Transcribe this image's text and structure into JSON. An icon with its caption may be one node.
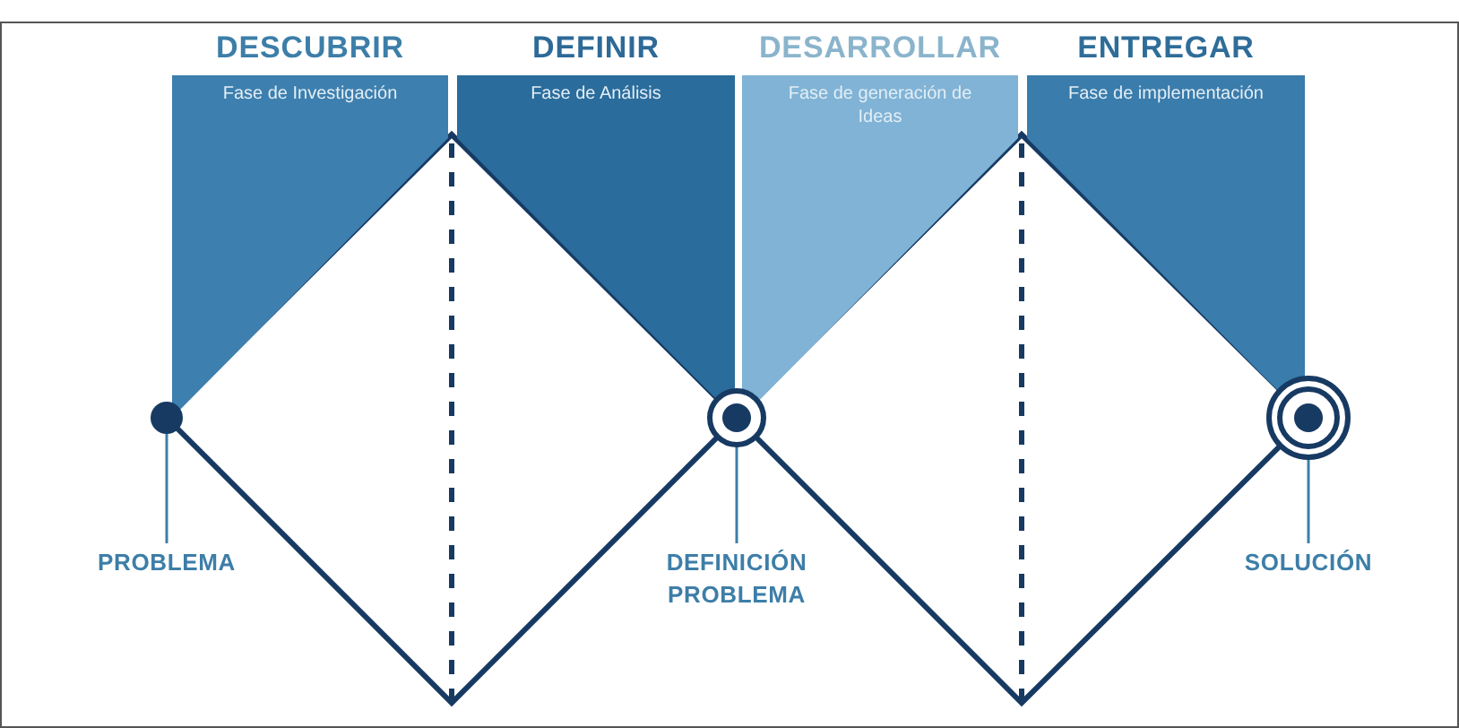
{
  "diagram": {
    "nodes": [
      {
        "text": [
          "DESCUBRIR",
          "Fase de Investigación"
        ]
      },
      {
        "text": [
          "DEFINIR",
          "Fase de Análisis"
        ]
      },
      {
        "text": [
          "DESARROLLAR",
          "Fase de generación de Ideas"
        ]
      },
      {
        "text": [
          "ENTREGAR",
          "Fase de implementación"
        ]
      },
      {
        "text": [],
        "shape": "circle"
      },
      {
        "text": [],
        "shape": "circle"
      },
      {
        "text": [],
        "shape": "circle"
      },
      {
        "text": [
          "PROBLEMA"
        ]
      },
      {
        "text": [
          "DEFINICIÓN PROBLEMA"
        ]
      },
      {
        "text": [
          "SOLUCIÓN"
        ]
      }
    ],
    "edges": [
      {
        "from": 7,
        "to": 4,
        "arrow": "none"
      },
      {
        "from": 8,
        "to": 5,
        "arrow": "none"
      },
      {
        "from": 9,
        "to": 6,
        "arrow": "none"
      }
    ]
  }
}
